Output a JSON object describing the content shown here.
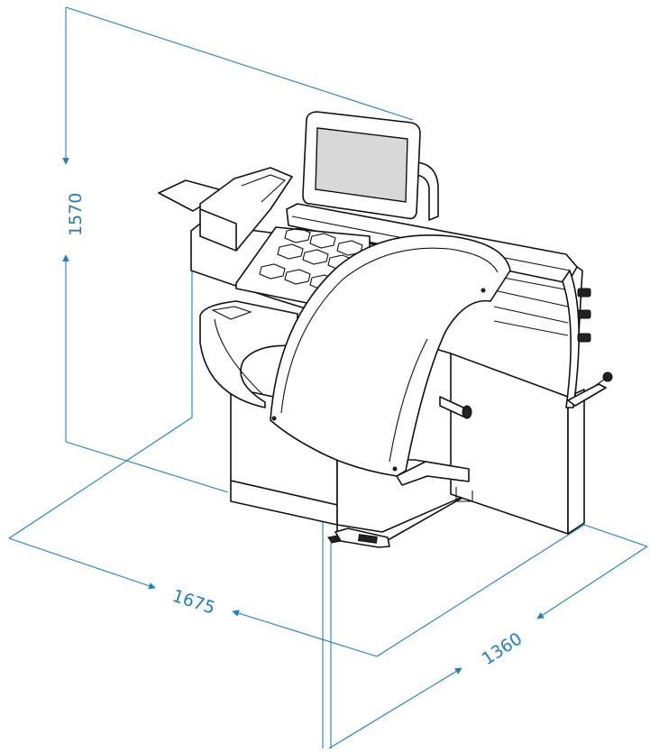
{
  "dimensions": {
    "height": "1570",
    "width": "1675",
    "depth": "1360"
  },
  "colors": {
    "dimension": "#1f7fc0",
    "outline": "#111111",
    "background": "#ffffff"
  }
}
